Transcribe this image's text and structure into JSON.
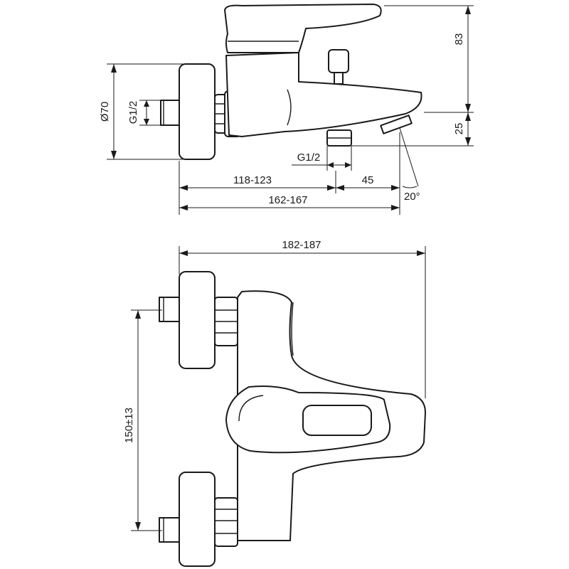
{
  "dimensions": {
    "height_top": "83",
    "outlet_drop": "25",
    "flange_diameter": "Ø70",
    "inlet_thread": "G1/2",
    "outlet_thread": "G1/2",
    "wall_to_outlet": "118-123",
    "outlet_to_spout": "45",
    "wall_to_spout_tip": "162-167",
    "spout_angle": "20°",
    "overall_depth": "182-187",
    "inlet_spacing": "150±13"
  },
  "colors": {
    "line": "#1a1a1a",
    "background": "#ffffff"
  }
}
